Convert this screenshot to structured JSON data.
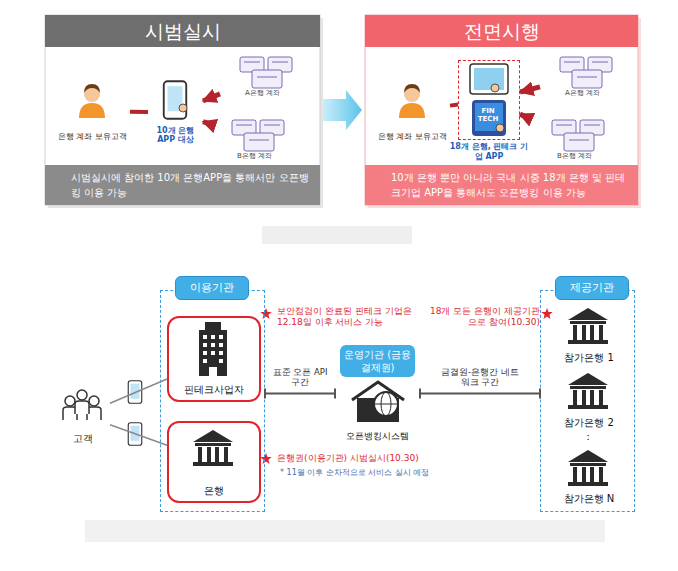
{
  "diagram": {
    "nodes": [
      {
        "text": [
          "시범실시",
          "시범실시에 참여한 10개 은행APP을 통해서만 오픈뱅킹 이용 가능"
        ]
      },
      {
        "text": [
          "은행 계좌 보유고객"
        ],
        "in": 0
      },
      {
        "text": [
          "10개 은행 APP 대상"
        ],
        "in": 0
      },
      {
        "text": [
          "A은행 계좌"
        ],
        "in": 0
      },
      {
        "text": [
          "B은행 계좌"
        ],
        "in": 0
      },
      {
        "text": [
          "전면시행",
          "10개 은행 뿐만 아니라 국내 시중 18개 은행 및 핀테크기업 APP을 통해서도 오픈뱅킹 이용 가능"
        ]
      },
      {
        "text": [
          "은행 계좌 보유고객"
        ],
        "in": 5
      },
      {
        "text": [
          "FIN TECH",
          "18개 은행, 핀테크 기업 APP"
        ],
        "in": 5
      },
      {
        "text": [
          "A은행 계좌"
        ],
        "in": 5
      },
      {
        "text": [
          "B은행 계좌"
        ],
        "in": 5
      },
      {
        "text": [
          "이용기관"
        ]
      },
      {
        "text": [
          "핀테크사업자"
        ],
        "in": 10
      },
      {
        "text": [
          "은행"
        ],
        "in": 10
      },
      {
        "text": [
          "고객"
        ]
      },
      {
        "text": [
          "운영기관 (금융결제원)",
          "오픈뱅킹시스템"
        ]
      },
      {
        "text": [
          "제공기관"
        ]
      },
      {
        "text": [
          "참가은행 1"
        ],
        "in": 15
      },
      {
        "text": [
          "참가은행 2"
        ],
        "in": 15
      },
      {
        "text": [
          "참가은행 N"
        ],
        "in": 15
      }
    ],
    "edges": [
      {
        "from": 0,
        "to": 5,
        "arrow": "to"
      },
      {
        "from": 3,
        "to": 2,
        "arrow": "to"
      },
      {
        "from": 4,
        "to": 2,
        "arrow": "to"
      },
      {
        "from": 1,
        "to": 2,
        "arrow": "none"
      },
      {
        "from": 8,
        "to": 7,
        "arrow": "to"
      },
      {
        "from": 9,
        "to": 7,
        "arrow": "to"
      },
      {
        "from": 6,
        "to": 7,
        "arrow": "none"
      },
      {
        "from": 13,
        "to": 11,
        "arrow": "none"
      },
      {
        "from": 13,
        "to": 12,
        "arrow": "none"
      },
      {
        "from": 10,
        "to": 14,
        "label": "표준 오픈 API 구간",
        "arrow": "none"
      },
      {
        "from": 14,
        "to": 15,
        "label": "금결원-은행간 네트워크 구간",
        "arrow": "none"
      }
    ],
    "labels": [
      "보안점검이 완료된 핀테크 기업은 12.18일 이후 서비스 가능",
      "은행권(이용기관) 시범실시(10.30)",
      "* 11월 이후 순차적으로 서비스 실시 예정",
      "18개 모든 은행이 제공기관으로 참여(10.30)",
      ":"
    ]
  }
}
